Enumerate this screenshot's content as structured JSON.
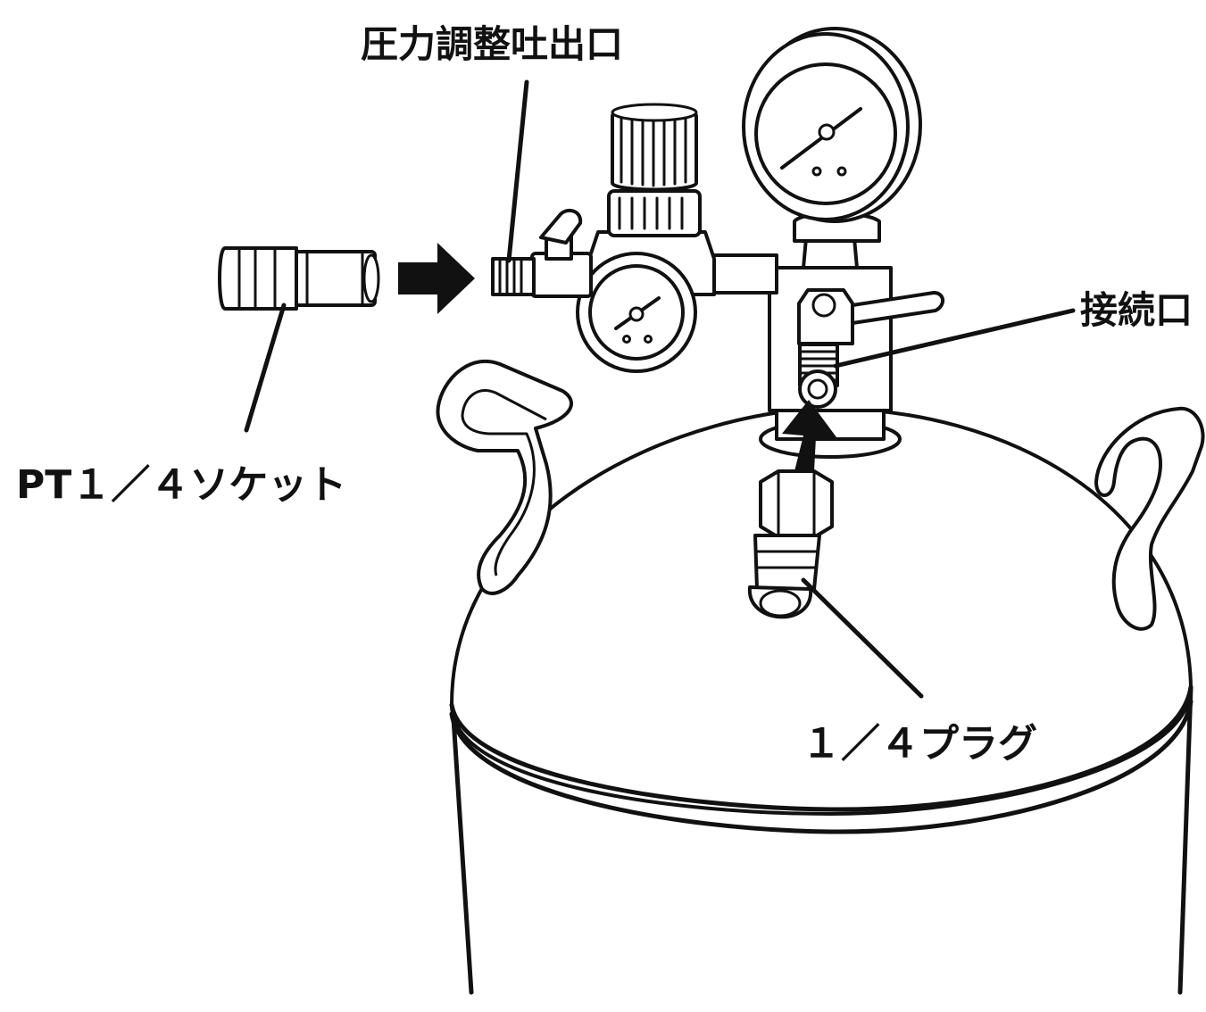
{
  "labels": {
    "pressure_outlet": "圧力調整吐出口",
    "connection_port": "接続口",
    "pt_socket": "PT１／４ソケット",
    "plug": "１／４プラグ"
  },
  "colors": {
    "ink": "#111111",
    "paper": "#ffffff"
  }
}
